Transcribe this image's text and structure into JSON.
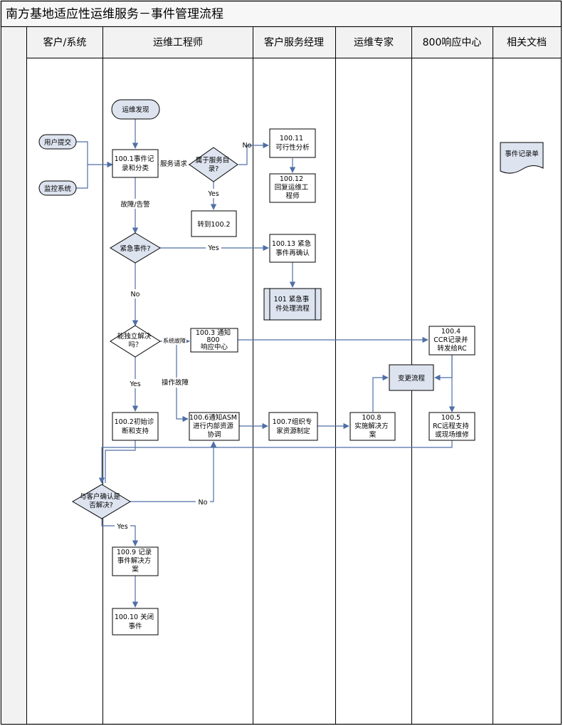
{
  "title": "南方基地适应性运维服务－事件管理流程",
  "lanes": [
    "客户/系统",
    "运维工程师",
    "客户服务经理",
    "运维专家",
    "800响应中心",
    "相关文档"
  ],
  "colors": {
    "border": "#000000",
    "node_fill": "#ffffff",
    "terminator_fill": "#dde3ef",
    "header_fill": "#f2f2f2",
    "arrow": "#4f6fa6"
  },
  "nodes": {
    "discover": "运维发现",
    "user_submit": "用户提交",
    "monitor": "监控系统",
    "n100_1": [
      "100.1事件记",
      "录和分类"
    ],
    "service_catalog": [
      "属于服务目",
      "录?"
    ],
    "n100_11": [
      "100.11",
      "可行性分析"
    ],
    "n100_12": [
      "100.12",
      "回复运维工",
      "程师"
    ],
    "to100_2": "转到100.2",
    "urgent": "紧急事件?",
    "n100_13": [
      "100.13 紧急",
      "事件再确认"
    ],
    "n101": [
      "101 紧急事",
      "件处理流程"
    ],
    "solve_alone": [
      "能独立解决",
      "吗？"
    ],
    "n100_3": [
      "100.3 通知",
      "800",
      "响应中心"
    ],
    "n100_4": [
      "100.4",
      "CCR记录并",
      "转发给RC"
    ],
    "change": "变更流程",
    "n100_2": [
      "100.2初始诊",
      "断和支持"
    ],
    "n100_6": [
      "100.6通知ASM",
      "进行内部资源",
      "协调"
    ],
    "n100_7": [
      "100.7组织专",
      "家资源制定"
    ],
    "n100_8": [
      "100.8",
      "实施解决方",
      "案"
    ],
    "n100_5": [
      "100.5",
      "RC远程支持",
      "或现场维修"
    ],
    "confirm": [
      "与客户确认是",
      "否解决?"
    ],
    "n100_9": [
      "100.9 记录",
      "事件解决方",
      "案"
    ],
    "n100_10": [
      "100.10 关闭",
      "事件"
    ],
    "doc": "事件记录单"
  },
  "edge_labels": {
    "service_request": "服务请求",
    "no1": "No",
    "yes1": "Yes",
    "fault": "故障/告警",
    "yes2": "Yes",
    "no2": "No",
    "sys_fault": "系统故障",
    "op_fault": "操作故障",
    "yes3": "Yes",
    "no3": "No",
    "yes4": "Yes"
  }
}
